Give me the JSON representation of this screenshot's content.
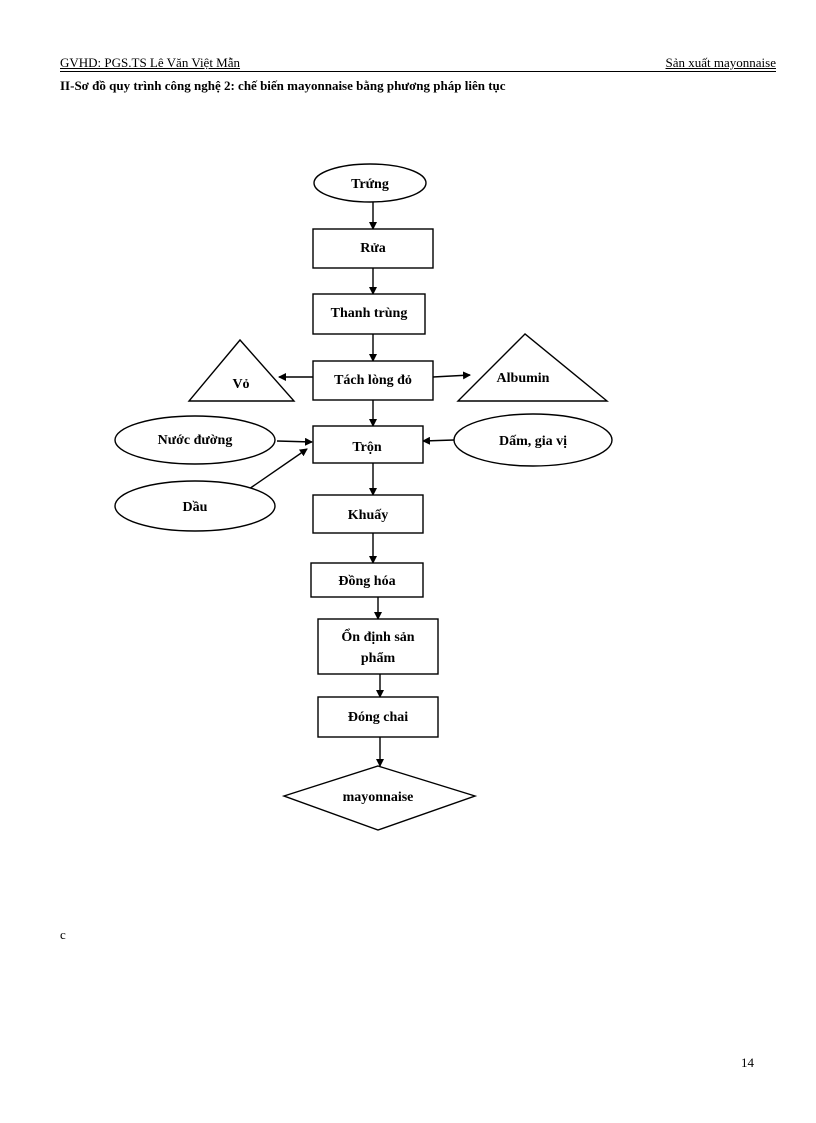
{
  "header": {
    "left": "GVHD: PGS.TS Lê Văn Việt Mẫn",
    "right": "Sản xuất mayonnaise"
  },
  "section_title": "II-Sơ đồ quy trình công nghệ 2: chế biến mayonnaise bằng phương  pháp liên tục",
  "flow": {
    "egg": "Trứng",
    "wash": "Rửa",
    "pasteurize": "Thanh trùng",
    "separate_yolk": "Tách lòng đỏ",
    "shell": "Vỏ",
    "albumin": "Albumin",
    "mix": "Trộn",
    "sugar_water": "Nước đường",
    "oil": "Dầu",
    "vinegar_spices": "Dấm, gia vị",
    "stir": "Khuấy",
    "homogenize": "Đồng hóa",
    "stabilize_line1": "Ổn định sản",
    "stabilize_line2": "phẩm",
    "bottling": "Đóng chai",
    "product": "mayonnaise"
  },
  "stray_text": "c",
  "page_number": "14"
}
